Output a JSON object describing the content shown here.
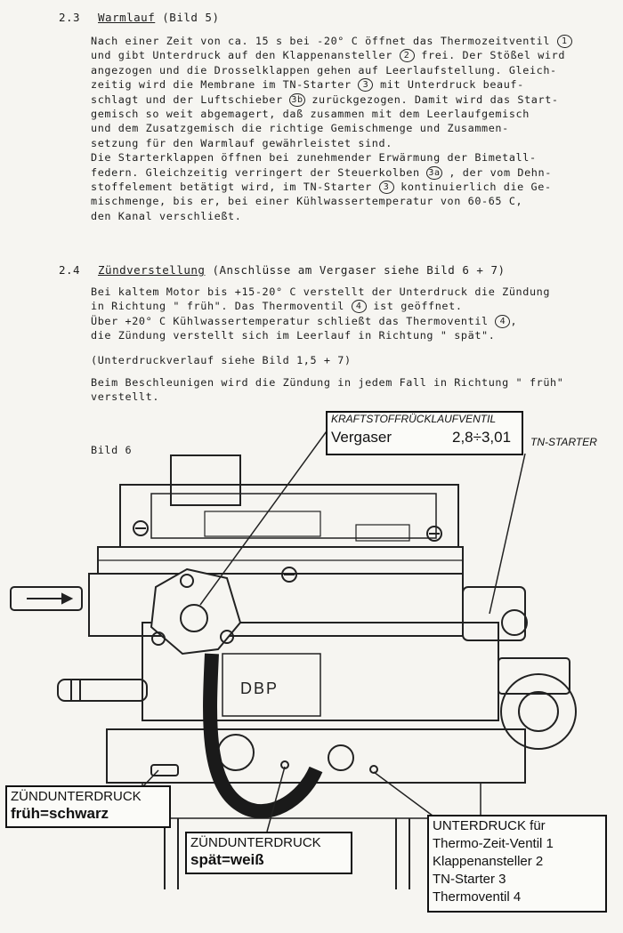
{
  "section_23": {
    "number": "2.3",
    "title": "Warmlauf",
    "ref": "(Bild 5)",
    "lines": [
      [
        "Nach einer Zeit von ca. 15 s bei -20° C öffnet das Thermozeitventil ",
        "1",
        ""
      ],
      [
        "und gibt Unterdruck auf den Klappenansteller ",
        "2",
        " frei. Der Stößel wird"
      ],
      [
        "angezogen und die Drosselklappen gehen auf Leerlaufstellung. Gleich-"
      ],
      [
        "zeitig wird die Membrane im TN-Starter ",
        "3",
        " mit Unterdruck beauf-"
      ],
      [
        "schlagt und der Luftschieber ",
        "3b",
        " zurückgezogen. Damit wird das Start-"
      ],
      [
        "gemisch so weit abgemagert, daß zusammen mit dem Leerlaufgemisch"
      ],
      [
        "und dem Zusatzgemisch die richtige Gemischmenge und Zusammen-"
      ],
      [
        "setzung für den Warmlauf gewährleistet sind."
      ],
      [
        "Die Starterklappen öffnen bei zunehmender Erwärmung der Bimetall-"
      ],
      [
        "federn. Gleichzeitig verringert der Steuerkolben ",
        "3a",
        " , der vom Dehn-"
      ],
      [
        "stoffelement betätigt wird, im TN-Starter ",
        "3",
        " kontinuierlich die Ge-"
      ],
      [
        "mischmenge, bis er, bei einer Kühlwassertemperatur von 60-65 C,"
      ],
      [
        "den Kanal verschließt."
      ]
    ]
  },
  "section_24": {
    "number": "2.4",
    "title": "Zündverstellung",
    "ref": "(Anschlüsse am Vergaser siehe Bild 6 + 7)",
    "lines": [
      [
        "Bei kaltem Motor bis +15-20° C verstellt der Unterdruck die Zündung"
      ],
      [
        "in Richtung \" früh\". Das Thermoventil ",
        "4",
        " ist geöffnet."
      ],
      [
        "Über +20° C Kühlwassertemperatur schließt das Thermoventil ",
        "4",
        ","
      ],
      [
        "die Zündung verstellt sich im Leerlauf in Richtung \" spät\"."
      ]
    ],
    "note": "(Unterdruckverlauf siehe Bild 1,5 + 7)",
    "lines2": [
      [
        "Beim Beschleunigen wird die Zündung in jedem Fall in Richtung \" früh\""
      ],
      [
        "verstellt."
      ]
    ]
  },
  "figure": {
    "caption": "Bild 6",
    "body_text": "DBP",
    "label_return": {
      "title": "KRAFTSTOFFRÜCKLAUFVENTIL",
      "name": "Vergaser",
      "value": "2,8÷3,01"
    },
    "label_tn": "TN-STARTER",
    "label_frueh": [
      "ZÜNDUNTERDRUCK",
      "früh=schwarz"
    ],
    "label_spaet": [
      "ZÜNDUNTERDRUCK",
      "spät=weiß"
    ],
    "label_unterdruck": [
      "UNTERDRUCK für",
      "Thermo-Zeit-Ventil 1",
      "Klappenansteller 2",
      "TN-Starter 3",
      "Thermoventil 4"
    ]
  }
}
